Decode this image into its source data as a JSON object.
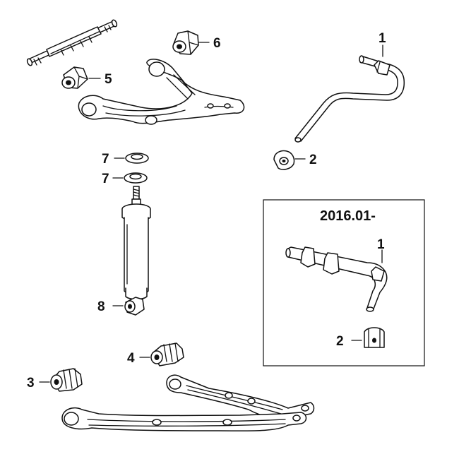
{
  "inset": {
    "title": "2016.01-"
  },
  "callouts": [
    {
      "id": "c1",
      "label": "1"
    },
    {
      "id": "c2",
      "label": "2"
    },
    {
      "id": "c1b",
      "label": "1"
    },
    {
      "id": "c2b",
      "label": "2"
    },
    {
      "id": "c3",
      "label": "3"
    },
    {
      "id": "c4",
      "label": "4"
    },
    {
      "id": "c5",
      "label": "5"
    },
    {
      "id": "c6",
      "label": "6"
    },
    {
      "id": "c7a",
      "label": "7"
    },
    {
      "id": "c7b",
      "label": "7"
    },
    {
      "id": "c8",
      "label": "8"
    }
  ]
}
